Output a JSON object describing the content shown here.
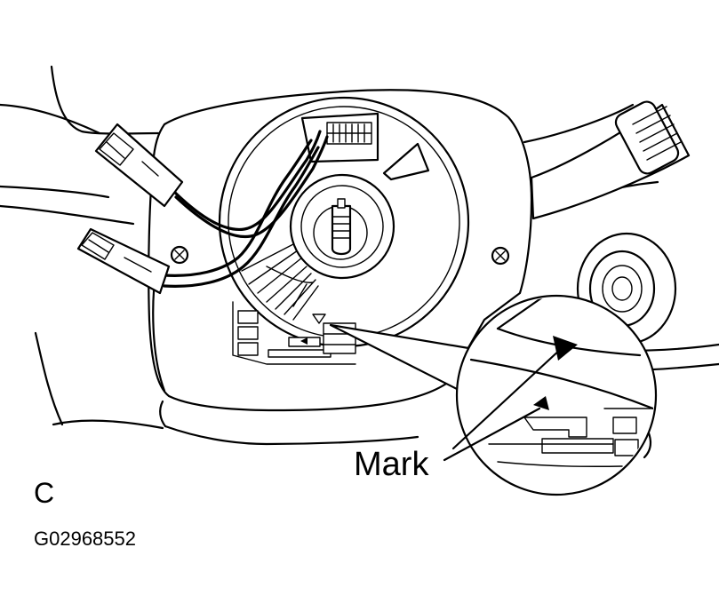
{
  "diagram": {
    "callout_label": "Mark",
    "view_letter": "C",
    "figure_id": "G02968552"
  }
}
